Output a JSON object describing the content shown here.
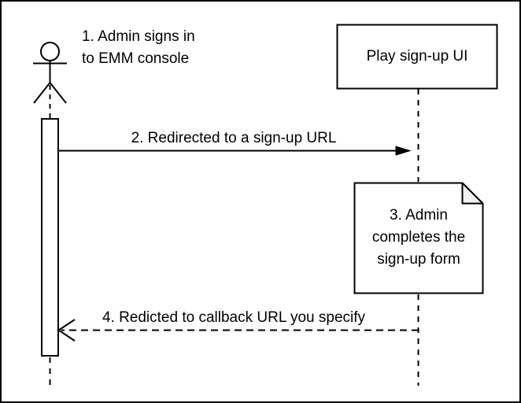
{
  "diagram": {
    "actor_label_lines": [
      "1. Admin signs in",
      "to EMM console"
    ],
    "play_box_label": "Play sign-up UI",
    "message_2_label": "2. Redirected to a sign-up URL",
    "note_label_lines": [
      "3. Admin",
      "completes the",
      "sign-up form"
    ],
    "message_4_label": "4. Redicted to callback URL you specify",
    "colors": {
      "stroke": "#000000",
      "background": "#ffffff",
      "note_fold": "#f2f2f2"
    }
  }
}
